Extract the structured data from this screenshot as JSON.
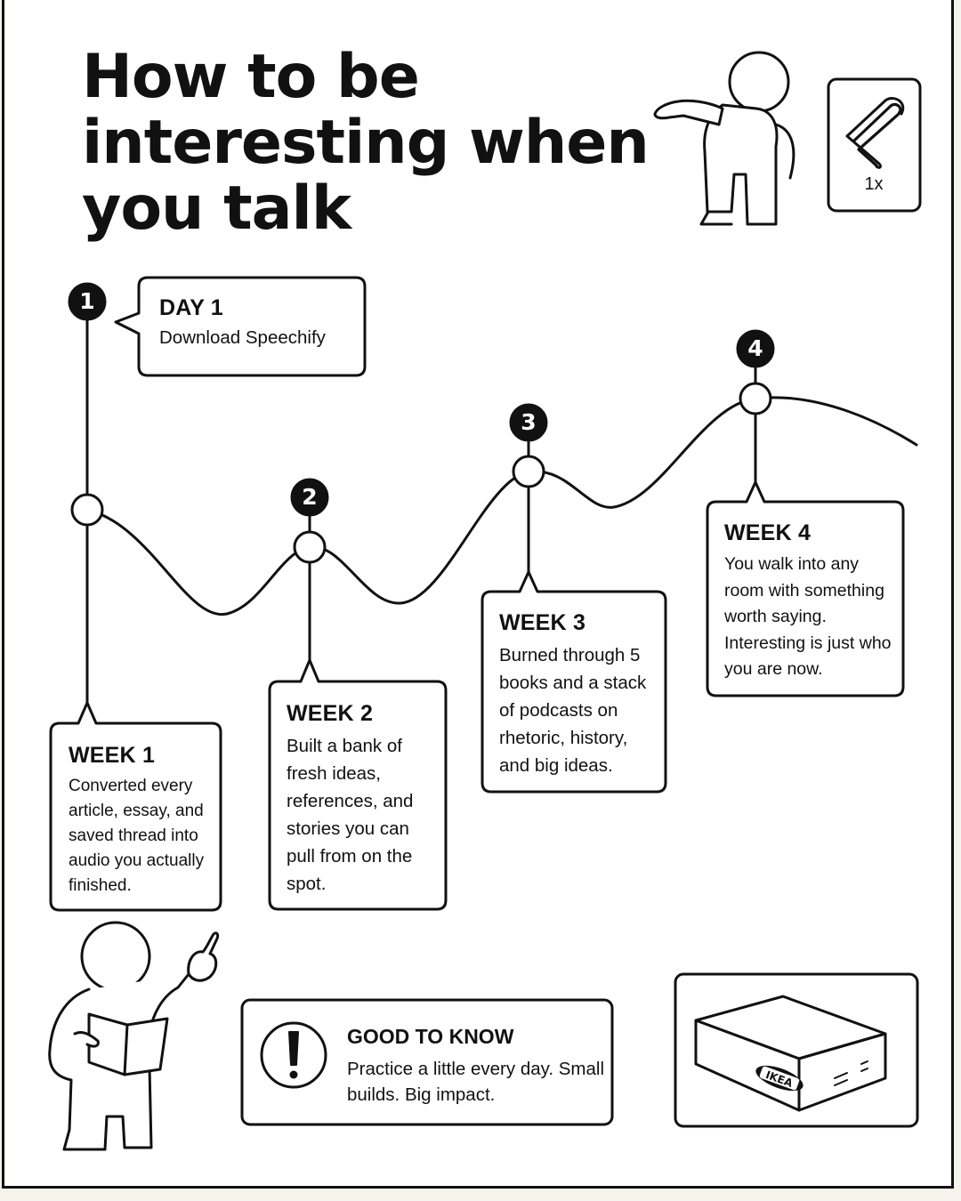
{
  "title": "How to be interesting when you talk",
  "hardware": {
    "quantity": "1x",
    "icon": "allen-key-icon"
  },
  "steps": [
    {
      "number": "1",
      "heading": "DAY 1",
      "body": "Download Speechify"
    },
    {
      "number": "1",
      "heading": "WEEK 1",
      "body": "Converted every article, essay, and saved thread into audio you actually finished."
    },
    {
      "number": "2",
      "heading": "WEEK 2",
      "body": "Built a bank of fresh ideas, references, and stories you can pull from on the spot."
    },
    {
      "number": "3",
      "heading": "WEEK 3",
      "body": "Burned through 5 books and a stack of podcasts on rhetoric, history, and big ideas."
    },
    {
      "number": "4",
      "heading": "WEEK 4",
      "body": "You walk into any room with something worth saying. Interesting is just who you are now."
    }
  ],
  "good_to_know": {
    "heading": "GOOD TO KNOW",
    "body": "Practice a little  every day. Small builds. Big impact.",
    "icon": "exclamation-icon"
  },
  "box_brand": "IKEA",
  "colors": {
    "ink": "#111111",
    "paper": "#ffffff",
    "background": "#f6f3ec"
  }
}
